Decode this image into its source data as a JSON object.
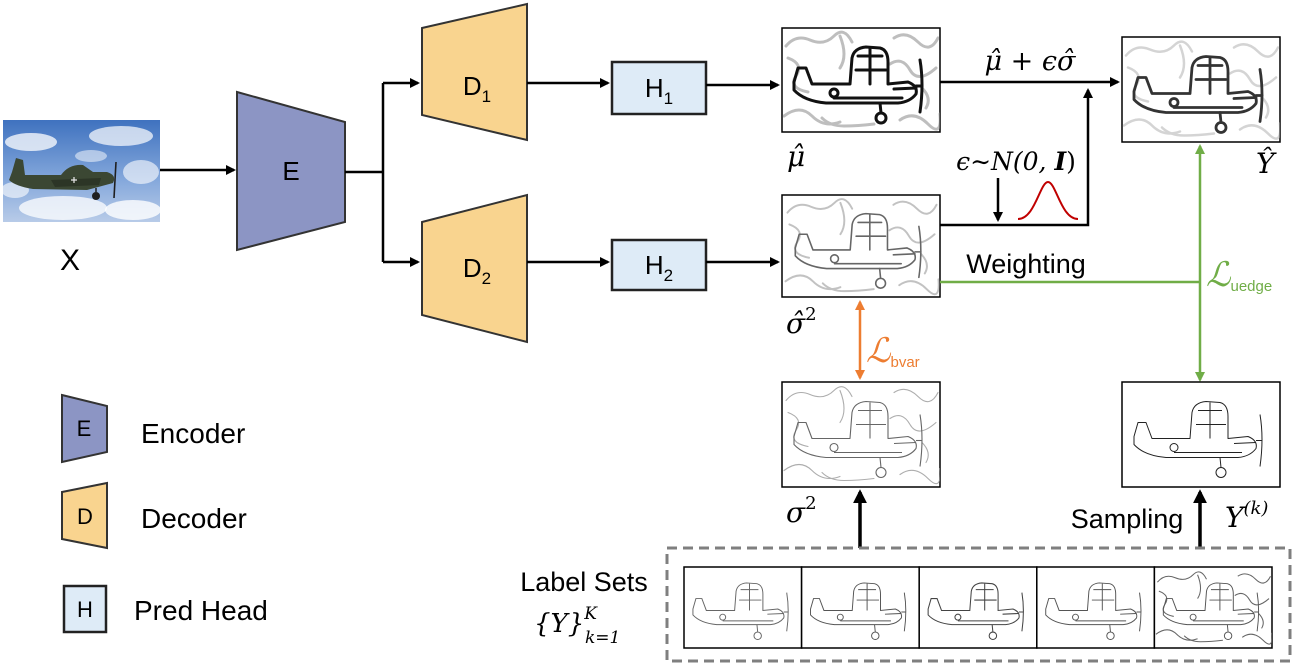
{
  "input": {
    "label": "X"
  },
  "encoder": {
    "letter": "E"
  },
  "decoder_1": {
    "letter": "D",
    "sub": "1"
  },
  "decoder_2": {
    "letter": "D",
    "sub": "2"
  },
  "head_1": {
    "letter": "H",
    "sub": "1"
  },
  "head_2": {
    "letter": "H",
    "sub": "2"
  },
  "mu_hat": {
    "label": "μ̂"
  },
  "sigma_hat_sq": {
    "base": "σ̂",
    "sup": "2"
  },
  "y_hat": {
    "label": "Ŷ"
  },
  "sigma_sq": {
    "base": "σ",
    "sup": "2"
  },
  "y_k": {
    "base": "Y",
    "sup": "(k)"
  },
  "reparam": {
    "expression": "μ̂ + ϵσ̂"
  },
  "noise": {
    "prefix": "ϵ∼N(0, ",
    "bold": "I",
    "suffix": ")"
  },
  "weighting": {
    "label": "Weighting"
  },
  "loss_uedge": {
    "symbol": "ℒ",
    "sub": "uedge"
  },
  "loss_bvar": {
    "symbol": "ℒ",
    "sub": "bvar"
  },
  "sampling": {
    "label": "Sampling"
  },
  "label_sets": {
    "title": "Label Sets",
    "base": "{Y}",
    "sup": "K",
    "sub": "k=1"
  },
  "legend": [
    {
      "letter": "E",
      "label": "Encoder"
    },
    {
      "letter": "D",
      "label": "Decoder"
    },
    {
      "letter": "H",
      "label": "Pred Head"
    }
  ],
  "colors": {
    "encoder": "#8c95c4",
    "decoder": "#f9d48f",
    "head": "#deebf7",
    "weighting_green": "#70ad47",
    "bvar_orange": "#ed7d31",
    "gaussian_red": "#c00000",
    "dashed_border": "#7f7f7f"
  }
}
